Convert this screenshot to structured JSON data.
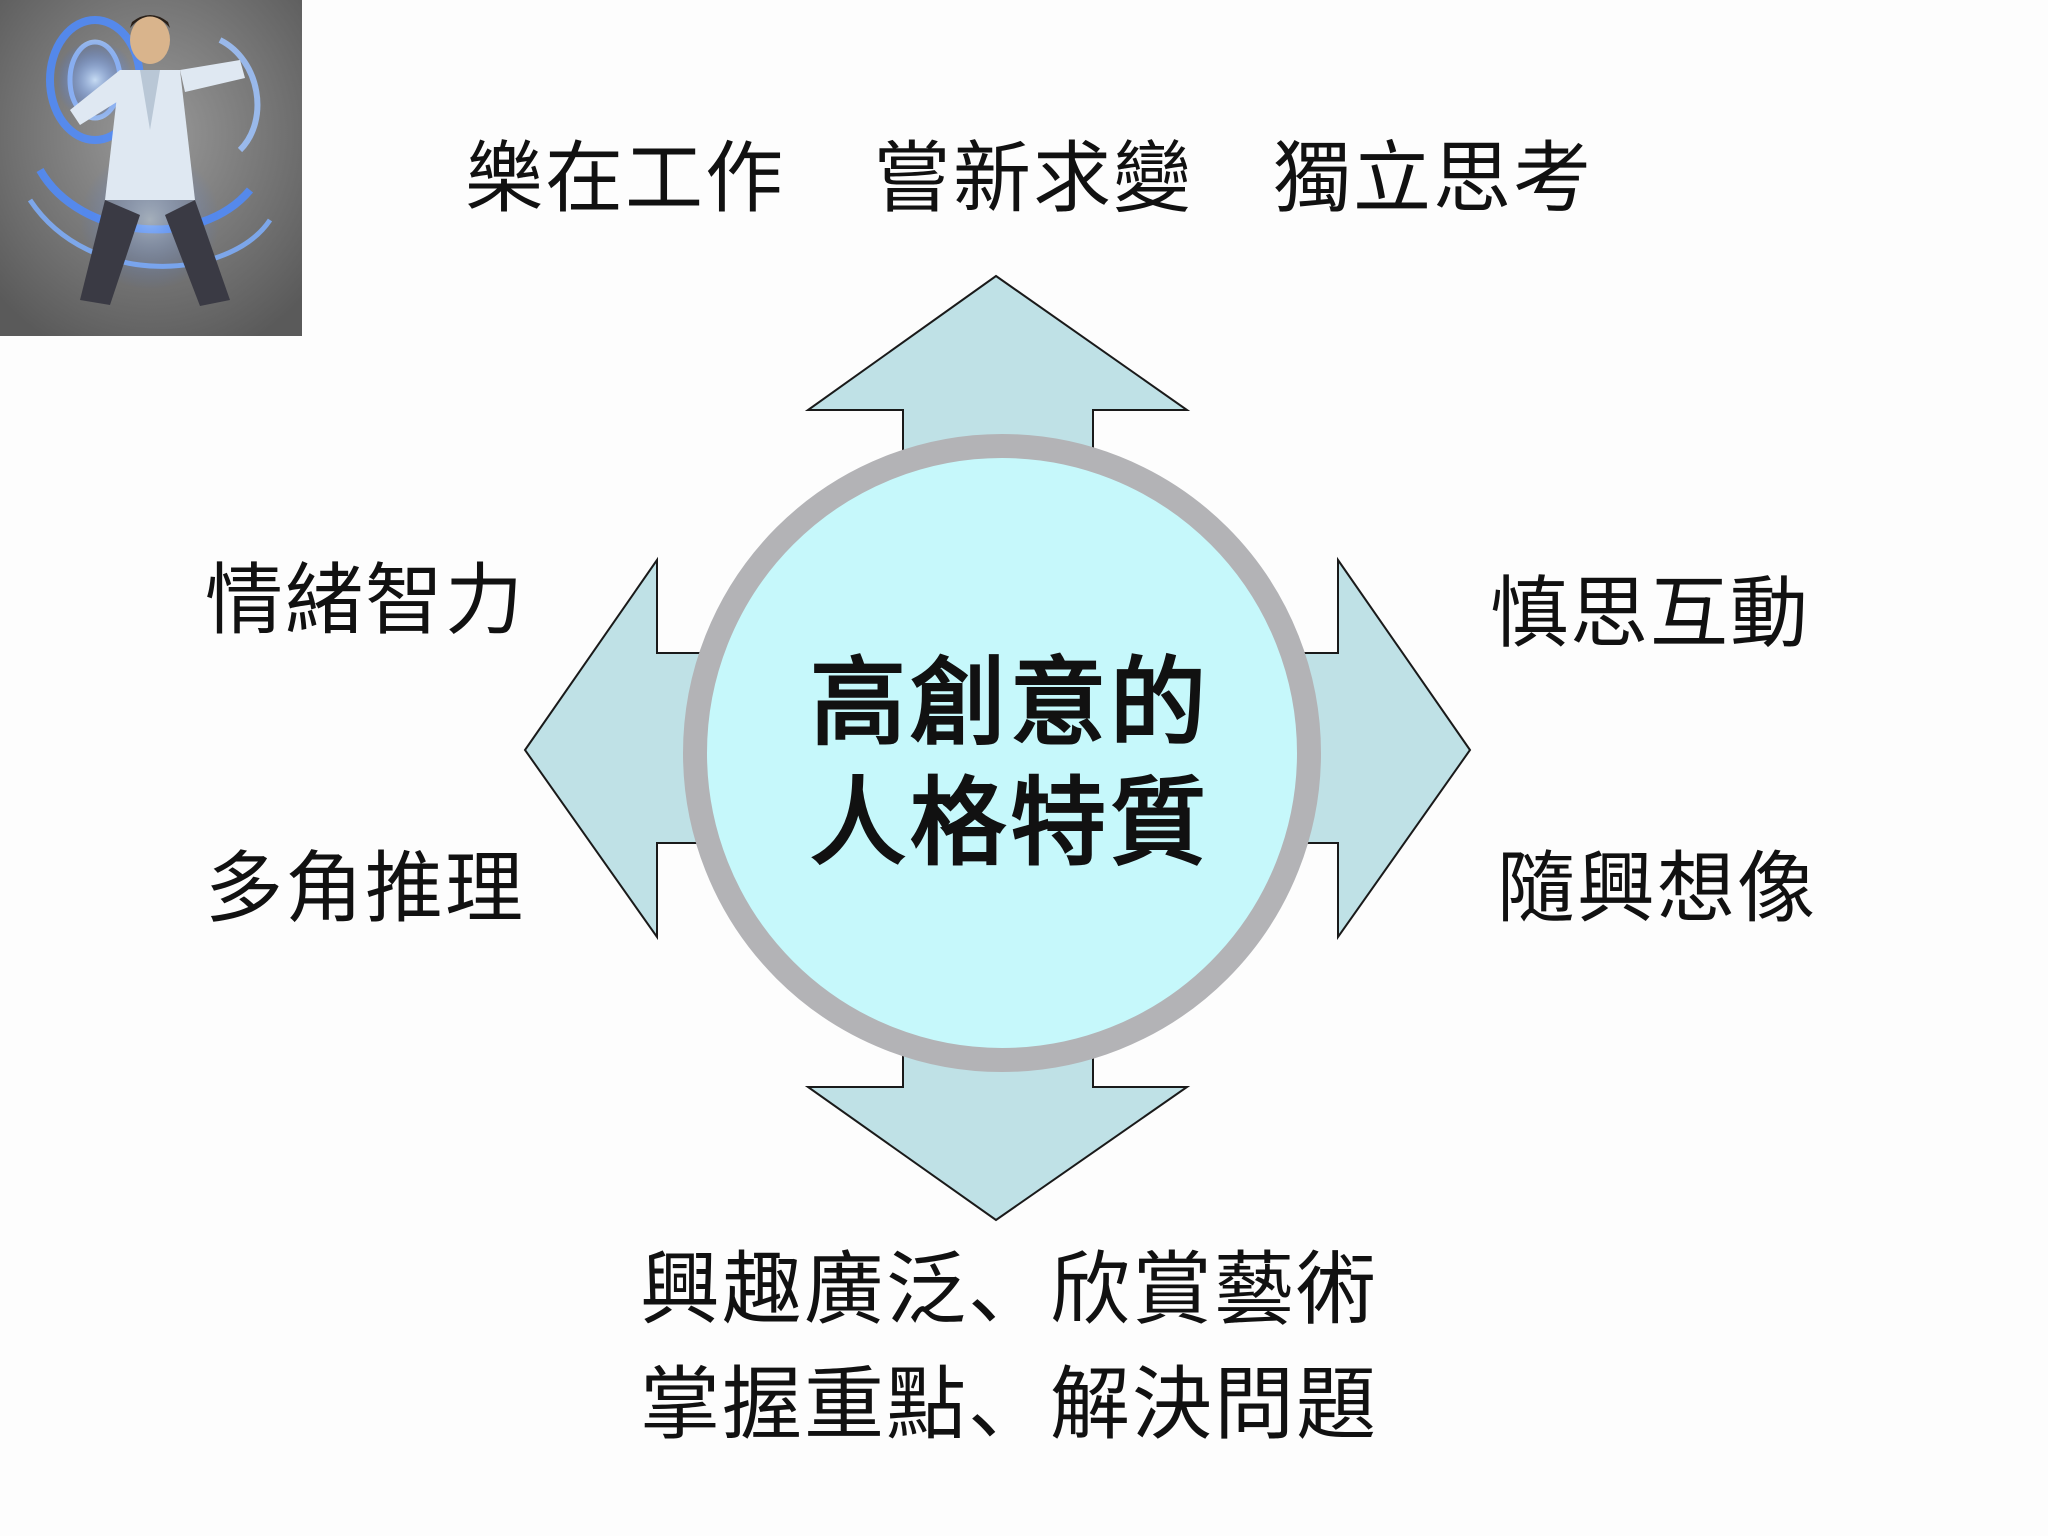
{
  "center": {
    "line1": "高創意的",
    "line2": "人格特質"
  },
  "top": [
    "樂在工作",
    "嘗新求變",
    "獨立思考"
  ],
  "left": [
    "情緒智力",
    "多角推理"
  ],
  "right": [
    "慎思互動",
    "隨興想像"
  ],
  "bottom": [
    "興趣廣泛、欣賞藝術",
    "掌握重點、解決問題"
  ],
  "colors": {
    "arrow_fill": "#bfe1e6",
    "arrow_stroke": "#1a1a1a",
    "circle_fill": "#c6f8fb",
    "circle_ring": "#b3b3b6",
    "photo_bg": "#666666"
  },
  "photo": {
    "subject": "martial artist performing with glowing blue energy swirls"
  }
}
